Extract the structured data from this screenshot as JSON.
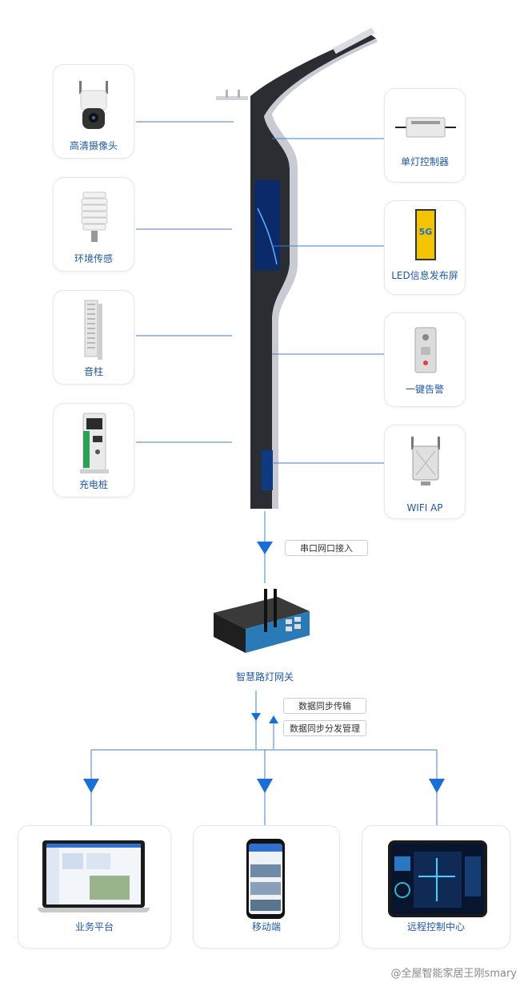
{
  "left_devices": [
    {
      "id": "camera",
      "label": "高清摄像头"
    },
    {
      "id": "env",
      "label": "环境传感"
    },
    {
      "id": "speaker",
      "label": "音柱"
    },
    {
      "id": "charger",
      "label": "充电桩"
    }
  ],
  "right_devices": [
    {
      "id": "lampctl",
      "label": "单灯控制器"
    },
    {
      "id": "led",
      "label": "LED信息发布屏"
    },
    {
      "id": "alarm",
      "label": "一键告警"
    },
    {
      "id": "wifi",
      "label": "WIFI AP"
    }
  ],
  "connect_tag": "串口网口接入",
  "gateway": {
    "label": "智慧路灯网关"
  },
  "sync_tags": [
    "数据同步传输",
    "数据同步分发管理"
  ],
  "endpoints": [
    {
      "id": "business",
      "label": "业务平台"
    },
    {
      "id": "mobile",
      "label": "移动端"
    },
    {
      "id": "remote",
      "label": "远程控制中心"
    }
  ],
  "led_screen_text": "5G",
  "watermark": "@全屋智能家居王刚smary",
  "colors": {
    "accent": "#1a6fd6",
    "line": "#3d7fd0",
    "pole": "#2a2e33",
    "pole_light": "#c8ccd2"
  }
}
